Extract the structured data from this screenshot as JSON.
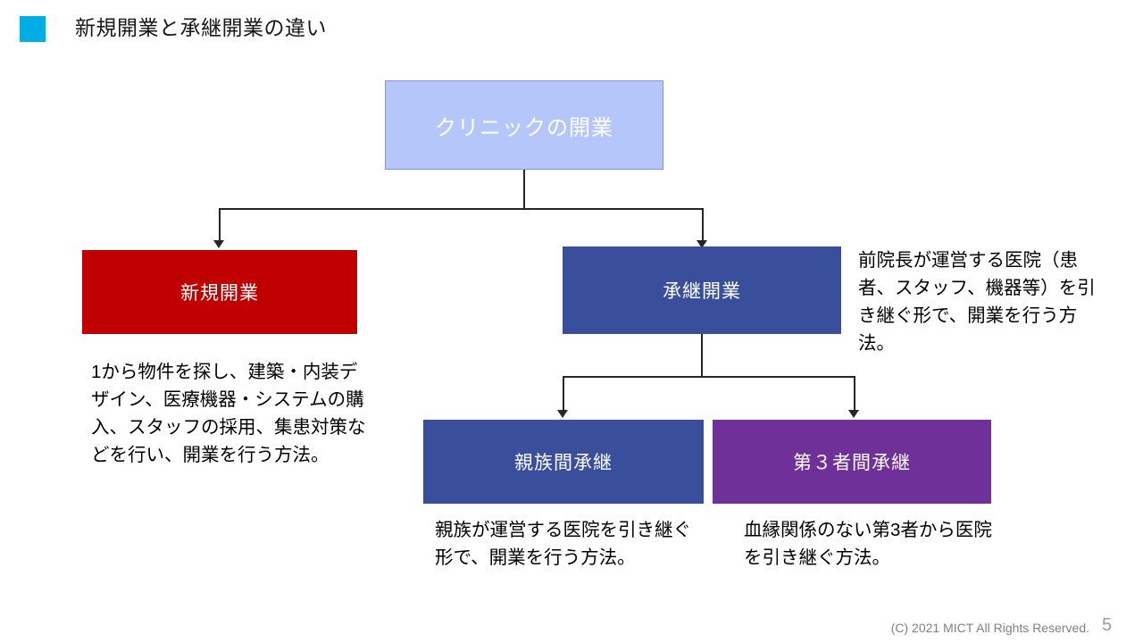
{
  "slide": {
    "title": "新規開業と承継開業の違い",
    "bullet_color": "#00AEE6",
    "page_number": "5",
    "copyright": "(C) 2021 MICT All Rights Reserved."
  },
  "diagram": {
    "type": "tree",
    "nodes": [
      {
        "id": "root",
        "label": "クリニックの開業",
        "fill": "#B4C6FA",
        "border": "#8096D8",
        "text_color": "#FFFFFF",
        "level": 0
      },
      {
        "id": "new-opening",
        "label": "新規開業",
        "fill": "#C00000",
        "text_color": "#FFFFFF",
        "level": 1,
        "description": "1から物件を探し、建築・内装デザイン、医療機器・システムの購入、スタッフの採用、集患対策などを行い、開業を行う方法。"
      },
      {
        "id": "succession-opening",
        "label": "承継開業",
        "fill": "#3A4F9B",
        "text_color": "#FFFFFF",
        "level": 1,
        "description": "前院長が運営する医院（患者、スタッフ、機器等）を引き継ぐ形で、開業を行う方法。"
      },
      {
        "id": "family-succession",
        "label": "親族間承継",
        "fill": "#3A4F9B",
        "text_color": "#FFFFFF",
        "level": 2,
        "description": "親族が運営する医院を引き継ぐ形で、開業を行う方法。"
      },
      {
        "id": "third-party-succession",
        "label": "第３者間承継",
        "fill": "#70309A",
        "text_color": "#FFFFFF",
        "level": 2,
        "description": "血縁関係のない第3者から医院を引き継ぐ方法。"
      }
    ],
    "edges": [
      {
        "from": "root",
        "to": "new-opening"
      },
      {
        "from": "root",
        "to": "succession-opening"
      },
      {
        "from": "succession-opening",
        "to": "family-succession"
      },
      {
        "from": "succession-opening",
        "to": "third-party-succession"
      }
    ]
  }
}
